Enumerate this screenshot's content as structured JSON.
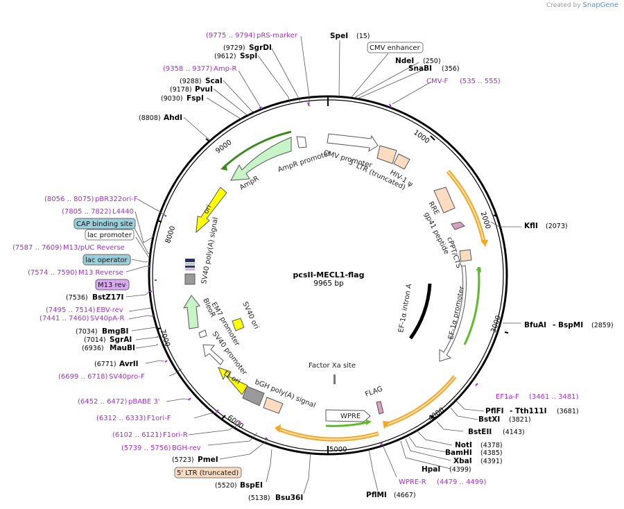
{
  "credit": {
    "prefix": "Created by",
    "brand": "SnapGene"
  },
  "plasmid": {
    "name": "pcsII-MECL1-flag",
    "length_label": "9965 bp",
    "length": 9965
  },
  "ticks": [
    "1000",
    "2000",
    "3000",
    "4000",
    "5000",
    "6000",
    "7000",
    "8000",
    "9000"
  ],
  "sites": [
    {
      "name": "SpeI",
      "pos": "(15)"
    },
    {
      "name": "NdeI",
      "pos": "(250)"
    },
    {
      "name": "SnaBI",
      "pos": "(356)"
    },
    {
      "name": "KflI",
      "pos": "(2073)"
    },
    {
      "name": "BfuAI",
      "name2": "- BspMI",
      "pos": "(2859)"
    },
    {
      "name": "PflFI",
      "name2": "- Tth111I",
      "pos": "(3681)"
    },
    {
      "name": "BstXI",
      "pos": "(3821)"
    },
    {
      "name": "BstEII",
      "pos": "(4143)"
    },
    {
      "name": "NotI",
      "pos": "(4378)"
    },
    {
      "name": "BamHI",
      "pos": "(4385)"
    },
    {
      "name": "XbaI",
      "pos": "(4391)"
    },
    {
      "name": "HpaI",
      "pos": "(4399)"
    },
    {
      "name": "PflMI",
      "pos": "(4667)"
    },
    {
      "name": "Bsu36I",
      "pos": "(5138)"
    },
    {
      "name": "BspEI",
      "pos": "(5520)"
    },
    {
      "name": "PmeI",
      "pos": "(5723)"
    },
    {
      "name": "AvrII",
      "pos": "(6771)"
    },
    {
      "name": "MauBI",
      "pos": "(6936)"
    },
    {
      "name": "SgrAI",
      "pos": "(7014)"
    },
    {
      "name": "BmgBI",
      "pos": "(7034)"
    },
    {
      "name": "BstZ17I",
      "pos": "(7536)"
    },
    {
      "name": "AhdI",
      "pos": "(8808)"
    },
    {
      "name": "FspI",
      "pos": "(9030)"
    },
    {
      "name": "PvuI",
      "pos": "(9178)"
    },
    {
      "name": "ScaI",
      "pos": "(9288)"
    },
    {
      "name": "SspI",
      "pos": "(9612)"
    },
    {
      "name": "SgrDI",
      "pos": "(9729)"
    }
  ],
  "primers": [
    {
      "name": "pRS-marker",
      "range": "(9775 .. 9794)"
    },
    {
      "name": "Amp-R",
      "range": "(9358 .. 9377)"
    },
    {
      "name": "CMV-F",
      "range": "(535 .. 555)"
    },
    {
      "name": "EF1a-F",
      "range": "(3461 .. 3481)"
    },
    {
      "name": "WPRE-R",
      "range": "(4479 .. 4499)"
    },
    {
      "name": "BGH-rev",
      "range": "(5739 .. 5756)"
    },
    {
      "name": "F1ori-R",
      "range": "(6102 .. 6121)"
    },
    {
      "name": "F1ori-F",
      "range": "(6312 .. 6333)"
    },
    {
      "name": "pBABE 3'",
      "range": "(6452 .. 6472)"
    },
    {
      "name": "SV40pro-F",
      "range": "(6699 .. 6718)"
    },
    {
      "name": "SV40pA-R",
      "range": "(7441 .. 7460)"
    },
    {
      "name": "EBV-rev",
      "range": "(7495 .. 7514)"
    },
    {
      "name": "M13 Reverse",
      "range": "(7574 .. 7590)"
    },
    {
      "name": "M13/pUC Reverse",
      "range": "(7587 .. 7609)"
    },
    {
      "name": "L4440",
      "range": "(7805 .. 7822)"
    },
    {
      "name": "pBR322ori-F",
      "range": "(8056 .. 8075)"
    }
  ],
  "boxed_features": {
    "cmv_enhancer": "CMV enhancer",
    "cap_binding_site": "CAP binding site",
    "lac_promoter": "lac promoter",
    "lac_operator": "lac operator",
    "m13_rev": "M13 rev",
    "ltr_truncated": "5' LTR (truncated)"
  },
  "features": {
    "cmv_promoter": "CMV promoter",
    "ltr5": "5' LTR (truncated)",
    "hiv_psi": "HIV-1 ψ",
    "rre": "RRE",
    "gp41": "gp41 peptide",
    "cppt": "cPPT/CTS",
    "ef1a_promoter": "EF-1α promoter",
    "ef1a_intron": "EF-1α intron A",
    "factor_xa": "Factor Xa site",
    "flag": "FLAG",
    "wpre": "WPRE",
    "bgh_polya": "bGH poly(A) signal",
    "f1_ori": "f1 ori",
    "sv40_promoter": "SV40 promoter",
    "em7_promoter": "EM7 promoter",
    "bleor": "BleoR",
    "sv40_ori": "SV40 ori",
    "sv40_polya": "SV40 poly(A) signal",
    "ori": "ori",
    "ampr": "AmpR",
    "ampr_promoter": "AmpR promoter"
  },
  "colors": {
    "backbone": "#000000",
    "primer": "#a52bd4",
    "ampr": "#c8f5c8",
    "ori": "#ffff00",
    "ltr": "#fbdcc0",
    "cds_orange": "#f5a623",
    "cds_green": "#5dbb2a",
    "lac_operator": "#9ccfd9",
    "m13_rev": "#d8a8f0"
  }
}
